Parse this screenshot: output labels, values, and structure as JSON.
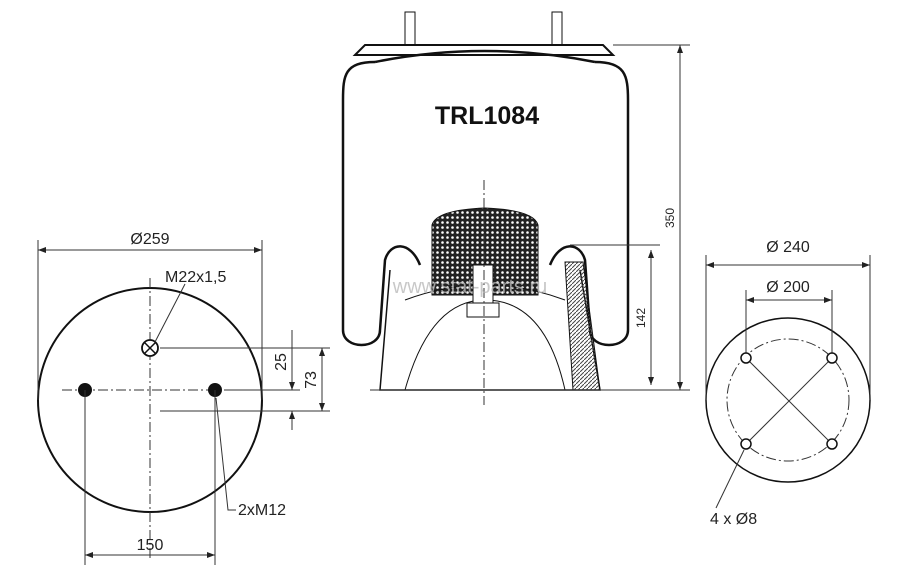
{
  "title": "TRL1084",
  "watermark": "www.stat-parts.ru",
  "left_view": {
    "diameter": "Ø259",
    "air_fitting": "M22x1,5",
    "dim_small": "25",
    "dim_large": "73",
    "bolts": "2xM12",
    "bolt_spacing": "150"
  },
  "side_view": {
    "height": "350",
    "piston_height": "142"
  },
  "right_view": {
    "outer_diameter": "Ø 240",
    "bolt_circle": "Ø 200",
    "holes": "4 x Ø8"
  }
}
